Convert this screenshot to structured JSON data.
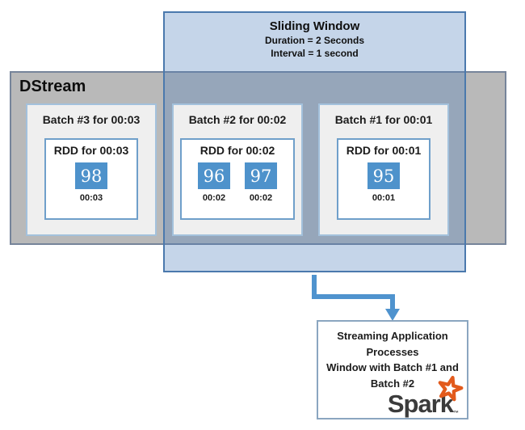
{
  "sliding_window": {
    "title": "Sliding Window",
    "duration_line": "Duration = 2 Seconds",
    "interval_line": "Interval = 1 second"
  },
  "dstream": {
    "label": "DStream",
    "batches": [
      {
        "title": "Batch #3 for 00:03",
        "rdd_title": "RDD for 00:03",
        "items": [
          {
            "value": "98",
            "time": "00:03"
          }
        ]
      },
      {
        "title": "Batch #2 for 00:02",
        "rdd_title": "RDD for 00:02",
        "items": [
          {
            "value": "96",
            "time": "00:02"
          },
          {
            "value": "97",
            "time": "00:02"
          }
        ]
      },
      {
        "title": "Batch #1 for 00:01",
        "rdd_title": "RDD for 00:01",
        "items": [
          {
            "value": "95",
            "time": "00:01"
          }
        ]
      }
    ]
  },
  "output_box": {
    "line1": "Streaming Application",
    "line2": "Processes",
    "line3": "Window with Batch #1 and",
    "line4": "Batch #2",
    "logo_text": "Spark",
    "trademark": "™"
  },
  "colors": {
    "window_fill": "rgba(79,129,189,0.33)",
    "window_border": "#4b79ad",
    "dstream_fill": "#b9b9b9",
    "dstream_border": "#76849a",
    "batch_fill": "#efefef",
    "batch_border": "#a3c1dc",
    "rdd_border": "#6f9fca",
    "value_fill": "#4e92cb",
    "arrow": "#4f93ce",
    "spark_orange": "#e25a1c",
    "spark_text": "#3b3b3b"
  }
}
